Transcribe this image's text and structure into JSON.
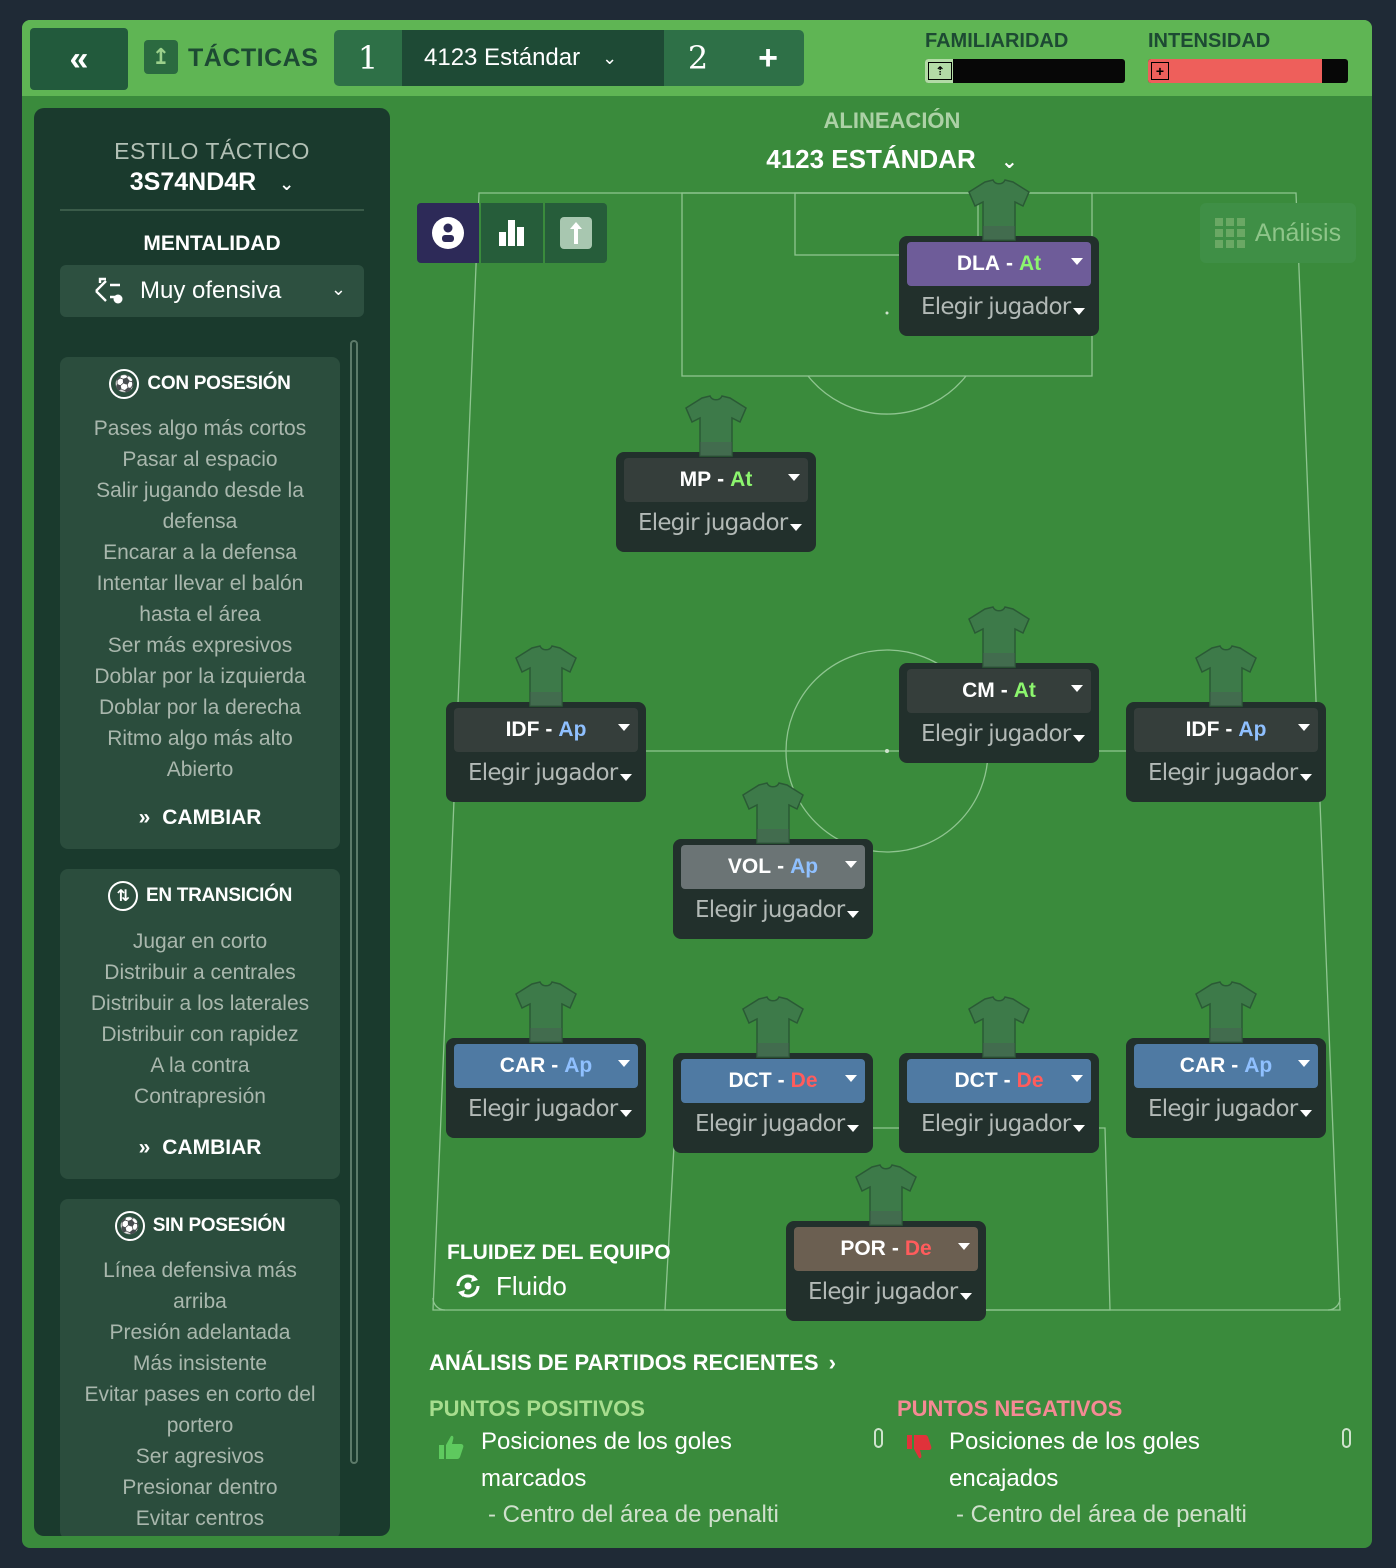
{
  "topbar": {
    "title": "TÁCTICAS",
    "tab1": "1",
    "tactic_name": "4123 Estándar",
    "tab2": "2",
    "add": "+",
    "familiarity_label": "FAMILIARIDAD",
    "familiarity_level": 0.14,
    "intensity_label": "INTENSIDAD",
    "intensity_level": 0.87
  },
  "sidebar": {
    "style_label": "ESTILO TÁCTICO",
    "style_value": "3S74ND4R",
    "mentality_label": "MENTALIDAD",
    "mentality_value": "Muy ofensiva",
    "in_possession": {
      "title": "CON POSESIÓN",
      "items": [
        "Pases algo más cortos",
        "Pasar al espacio",
        "Salir jugando desde la",
        "defensa",
        "Encarar a la defensa",
        "Intentar llevar el balón",
        "hasta el área",
        "Ser más expresivos",
        "Doblar por la izquierda",
        "Doblar por la derecha",
        "Ritmo algo más alto",
        "Abierto"
      ],
      "change": "CAMBIAR"
    },
    "in_transition": {
      "title": "EN TRANSICIÓN",
      "items": [
        "Jugar en corto",
        "Distribuir a centrales",
        "Distribuir a los laterales",
        "Distribuir con rapidez",
        "A la contra",
        "Contrapresión"
      ],
      "change": "CAMBIAR"
    },
    "out_possession": {
      "title": "SIN POSESIÓN",
      "items": [
        "Línea defensiva más",
        "arriba",
        "Presión adelantada",
        "Más insistente",
        "Evitar pases en corto del",
        "portero",
        "Ser agresivos",
        "Presionar dentro",
        "Evitar centros"
      ]
    }
  },
  "lineup": {
    "label": "ALINEACIÓN",
    "formation": "4123 ESTÁNDAR",
    "analysis_button": "Análisis",
    "players": [
      {
        "role": "DLA",
        "duty": "At",
        "pick": "Elegir jugador"
      },
      {
        "role": "MP",
        "duty": "At",
        "pick": "Elegir jugador"
      },
      {
        "role": "CM",
        "duty": "At",
        "pick": "Elegir jugador"
      },
      {
        "role": "IDF",
        "duty": "Ap",
        "pick": "Elegir jugador"
      },
      {
        "role": "IDF",
        "duty": "Ap",
        "pick": "Elegir jugador"
      },
      {
        "role": "VOL",
        "duty": "Ap",
        "pick": "Elegir jugador"
      },
      {
        "role": "CAR",
        "duty": "Ap",
        "pick": "Elegir jugador"
      },
      {
        "role": "DCT",
        "duty": "De",
        "pick": "Elegir jugador"
      },
      {
        "role": "DCT",
        "duty": "De",
        "pick": "Elegir jugador"
      },
      {
        "role": "CAR",
        "duty": "Ap",
        "pick": "Elegir jugador"
      },
      {
        "role": "POR",
        "duty": "De",
        "pick": "Elegir jugador"
      }
    ],
    "fluidity_label": "FLUIDEZ DEL EQUIPO",
    "fluidity_value": "Fluido"
  },
  "analysis": {
    "title": "ANÁLISIS DE PARTIDOS RECIENTES",
    "positives_label": "PUNTOS POSITIVOS",
    "positive_text_1": "Posiciones de los goles",
    "positive_text_2": "marcados",
    "positive_sub": "- Centro del área de penalti",
    "negatives_label": "PUNTOS NEGATIVOS",
    "negative_text_1": "Posiciones de los goles",
    "negative_text_2": "encajados",
    "negative_sub": "- Centro del área de penalti"
  },
  "colors": {
    "attack_duty": "#8cf56e",
    "support_duty": "#8fc0ff",
    "defend_duty": "#ff5c5c",
    "striker_role_bg": "#6e5c99",
    "midfield_role_bg": "#353e3b",
    "dm_role_bg": "#6b7475",
    "defender_role_bg": "#4f7aa3",
    "keeper_role_bg": "#6b5f51"
  }
}
